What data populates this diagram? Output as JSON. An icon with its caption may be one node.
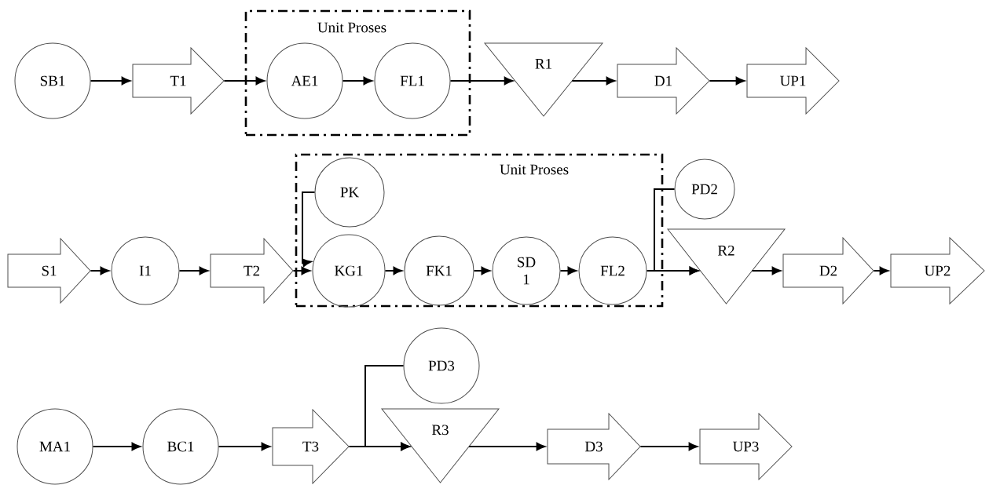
{
  "diagram": {
    "nodes": [
      {
        "text": [
          "Unit Proses"
        ]
      },
      {
        "text": [
          "SB1"
        ]
      },
      {
        "text": [
          "T1"
        ]
      },
      {
        "text": [
          "AE1"
        ],
        "in": 0
      },
      {
        "text": [
          "FL1"
        ],
        "in": 0
      },
      {
        "text": [
          "R1"
        ]
      },
      {
        "text": [
          "D1"
        ]
      },
      {
        "text": [
          "UP1"
        ]
      },
      {
        "text": [
          "Unit Proses"
        ]
      },
      {
        "text": [
          "S1"
        ]
      },
      {
        "text": [
          "I1"
        ]
      },
      {
        "text": [
          "T2"
        ]
      },
      {
        "text": [
          "PK"
        ],
        "in": 8
      },
      {
        "text": [
          "KG1"
        ],
        "in": 8
      },
      {
        "text": [
          "FK1"
        ],
        "in": 8
      },
      {
        "text": [
          "SD 1"
        ],
        "in": 8
      },
      {
        "text": [
          "FL2"
        ],
        "in": 8
      },
      {
        "text": [
          "PD2"
        ]
      },
      {
        "text": [
          "R2"
        ]
      },
      {
        "text": [
          "D2"
        ]
      },
      {
        "text": [
          "UP2"
        ]
      },
      {
        "text": [
          "MA1"
        ]
      },
      {
        "text": [
          "BC1"
        ]
      },
      {
        "text": [
          "T3"
        ]
      },
      {
        "text": [
          "PD3"
        ]
      },
      {
        "text": [
          "R3"
        ]
      },
      {
        "text": [
          "D3"
        ]
      },
      {
        "text": [
          "UP3"
        ]
      }
    ],
    "edges": [
      {
        "from": 1,
        "to": 2,
        "arrow": "to"
      },
      {
        "from": 2,
        "to": 3,
        "arrow": "to"
      },
      {
        "from": 3,
        "to": 4,
        "arrow": "to"
      },
      {
        "from": 4,
        "to": 5,
        "arrow": "to"
      },
      {
        "from": 5,
        "to": 6,
        "arrow": "to"
      },
      {
        "from": 6,
        "to": 7,
        "arrow": "to"
      },
      {
        "from": 9,
        "to": 10,
        "arrow": "to"
      },
      {
        "from": 10,
        "to": 11,
        "arrow": "to"
      },
      {
        "from": 11,
        "to": 13,
        "arrow": "to"
      },
      {
        "from": 12,
        "to": 13,
        "arrow": "to"
      },
      {
        "from": 13,
        "to": 14,
        "arrow": "to"
      },
      {
        "from": 14,
        "to": 15,
        "arrow": "to"
      },
      {
        "from": 15,
        "to": 16,
        "arrow": "to"
      },
      {
        "from": 16,
        "to": 18,
        "arrow": "to"
      },
      {
        "from": 17,
        "to": 18,
        "arrow": "to"
      },
      {
        "from": 18,
        "to": 19,
        "arrow": "to"
      },
      {
        "from": 19,
        "to": 20,
        "arrow": "to"
      },
      {
        "from": 21,
        "to": 22,
        "arrow": "to"
      },
      {
        "from": 22,
        "to": 23,
        "arrow": "to"
      },
      {
        "from": 23,
        "to": 25,
        "arrow": "to"
      },
      {
        "from": 24,
        "to": 25,
        "arrow": "to"
      },
      {
        "from": 25,
        "to": 26,
        "arrow": "to"
      },
      {
        "from": 26,
        "to": 27,
        "arrow": "to"
      }
    ]
  }
}
